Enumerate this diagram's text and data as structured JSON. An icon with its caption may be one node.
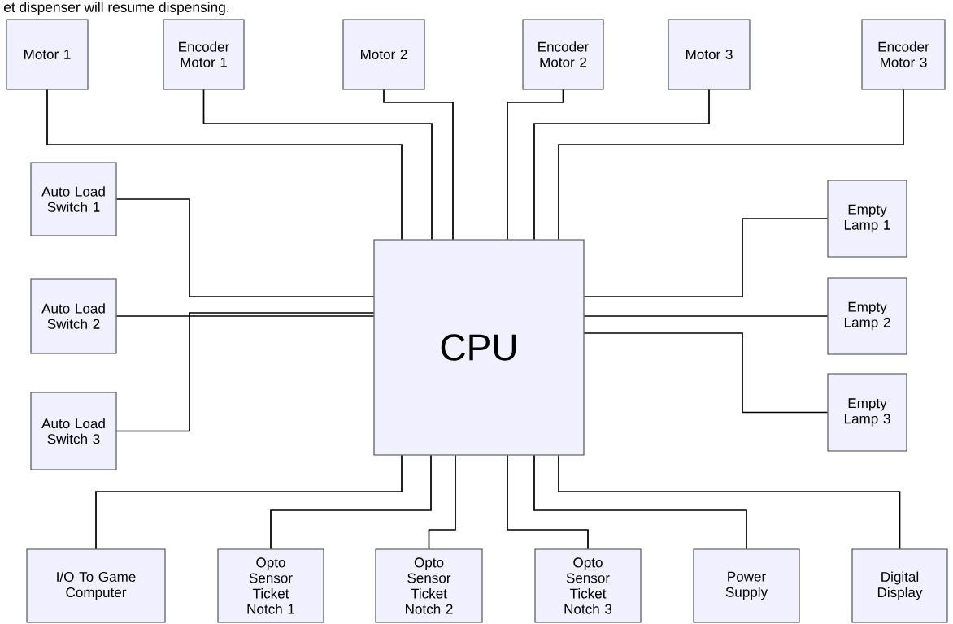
{
  "diagram": {
    "nodes": [
      {
        "text": [
          "Motor 1"
        ]
      },
      {
        "text": [
          "Encoder Motor 1"
        ]
      },
      {
        "text": [
          "Motor 2"
        ]
      },
      {
        "text": [
          "Encoder Motor 2"
        ]
      },
      {
        "text": [
          "Motor 3"
        ]
      },
      {
        "text": [
          "Encoder Motor 3"
        ]
      },
      {
        "text": [
          "Auto Load Switch 1"
        ]
      },
      {
        "text": [
          "Auto Load Switch 2"
        ]
      },
      {
        "text": [
          "Auto Load Switch 3"
        ]
      },
      {
        "text": [
          "CPU"
        ]
      },
      {
        "text": [
          "Empty Lamp 1"
        ]
      },
      {
        "text": [
          "Empty Lamp 2"
        ]
      },
      {
        "text": [
          "Empty Lamp 3"
        ]
      },
      {
        "text": [
          "I/O To Game Computer"
        ]
      },
      {
        "text": [
          "Opto Sensor Ticket Notch 1"
        ]
      },
      {
        "text": [
          "Opto Sensor Ticket Notch 2"
        ]
      },
      {
        "text": [
          "Opto Sensor Ticket Notch 3"
        ]
      },
      {
        "text": [
          "Power Supply"
        ]
      },
      {
        "text": [
          "Digital Display"
        ]
      }
    ],
    "edges": [
      {
        "from": 0,
        "to": 9,
        "arrow": "none"
      },
      {
        "from": 1,
        "to": 9,
        "arrow": "none"
      },
      {
        "from": 2,
        "to": 9,
        "arrow": "none"
      },
      {
        "from": 3,
        "to": 9,
        "arrow": "none"
      },
      {
        "from": 4,
        "to": 9,
        "arrow": "none"
      },
      {
        "from": 5,
        "to": 9,
        "arrow": "none"
      },
      {
        "from": 6,
        "to": 9,
        "arrow": "none"
      },
      {
        "from": 7,
        "to": 9,
        "arrow": "none"
      },
      {
        "from": 8,
        "to": 9,
        "arrow": "none"
      },
      {
        "from": 10,
        "to": 9,
        "arrow": "none"
      },
      {
        "from": 11,
        "to": 9,
        "arrow": "none"
      },
      {
        "from": 12,
        "to": 9,
        "arrow": "none"
      },
      {
        "from": 13,
        "to": 9,
        "arrow": "none"
      },
      {
        "from": 14,
        "to": 9,
        "arrow": "none"
      },
      {
        "from": 15,
        "to": 9,
        "arrow": "none"
      },
      {
        "from": 16,
        "to": 9,
        "arrow": "none"
      },
      {
        "from": 17,
        "to": 9,
        "arrow": "none"
      },
      {
        "from": 18,
        "to": 9,
        "arrow": "none"
      }
    ],
    "labels": [
      "et dispenser will resume dispensing."
    ]
  }
}
